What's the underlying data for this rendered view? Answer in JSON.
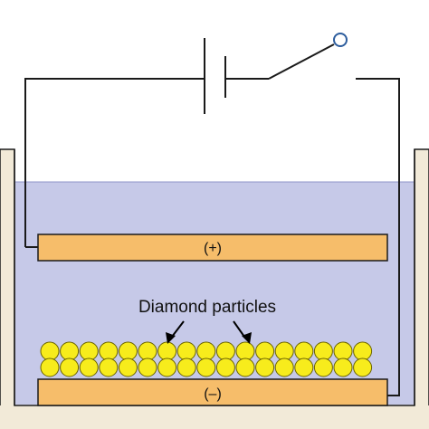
{
  "labels": {
    "anode": "(+)",
    "cathode": "(–)",
    "particles": "Diamond particles"
  },
  "colors": {
    "tank_wall": "#f2ead8",
    "electrolyte": "#c6c9e8",
    "electrode": "#f6bd6a",
    "particle": "#f7ec1c",
    "switch_terminal": "#2e5e9e",
    "wire": "#1a1a1a"
  },
  "particle_layers": [
    {
      "count": 17
    },
    {
      "count": 17
    }
  ]
}
